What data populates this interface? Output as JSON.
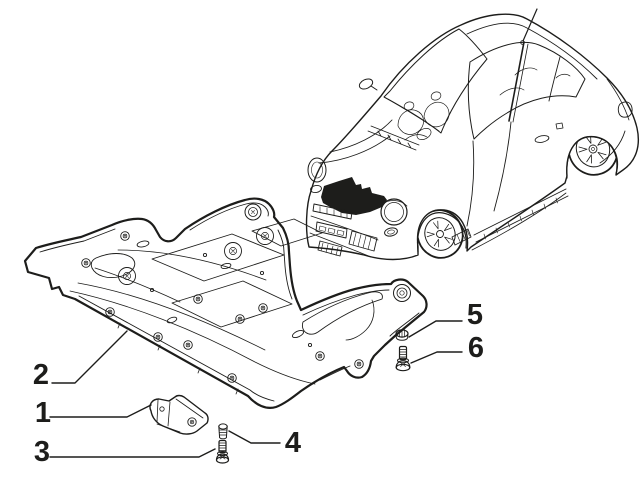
{
  "diagram": {
    "type": "exploded-parts-diagram",
    "background_color": "#ffffff",
    "line_color": "#1d1d1b",
    "highlight_color": "#000000",
    "callouts": [
      {
        "label": "1"
      },
      {
        "label": "2"
      },
      {
        "label": "3"
      },
      {
        "label": "4"
      },
      {
        "label": "5"
      },
      {
        "label": "6"
      }
    ]
  }
}
